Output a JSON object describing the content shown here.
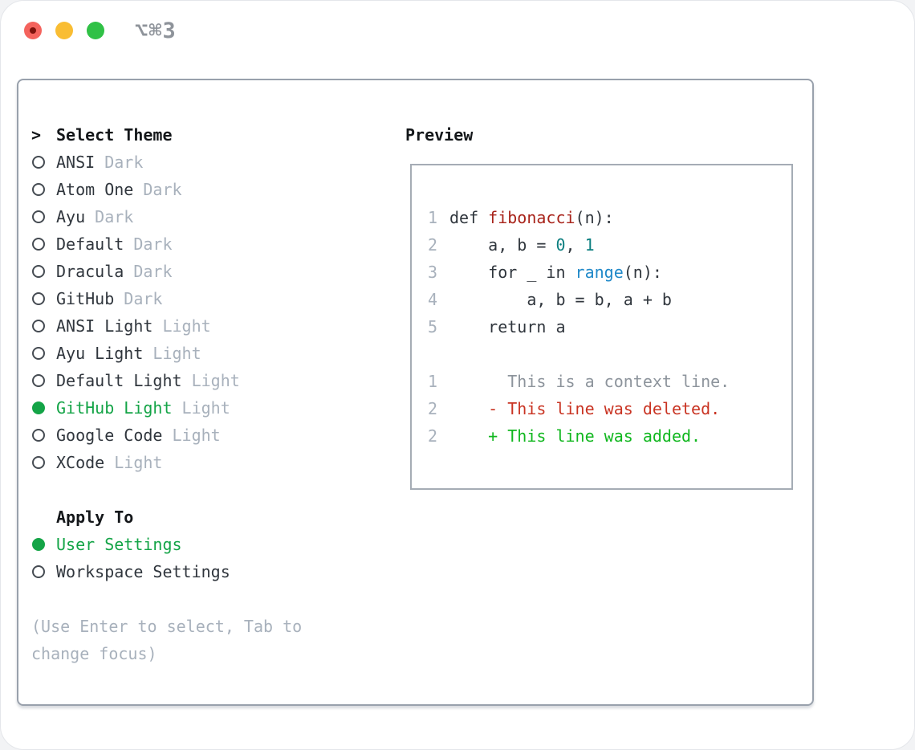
{
  "window": {
    "title": "⌥⌘3"
  },
  "titlebar": {
    "buttons": [
      {
        "name": "close"
      },
      {
        "name": "minimize"
      },
      {
        "name": "zoom"
      }
    ]
  },
  "colors": {
    "tl_red": "#f4635d",
    "tl_red_dot": "#7e120c",
    "tl_yellow": "#f9bd33",
    "tl_green": "#30c146",
    "titlebar_gray": "#8e939a",
    "heading_black": "#14171a",
    "text_primary": "#30363d",
    "muted_gray": "#a8b1bc",
    "context_gray": "#8d949c",
    "accent_green": "#14a447",
    "added_green": "#11b71f",
    "deleted_red": "#c93423",
    "function_red": "#a8231a",
    "number_teal": "#0d7f80",
    "builtin_blue": "#2089c9",
    "border_gray": "#99a1ac",
    "pborder_gray": "#a5acb5"
  },
  "theme_panel": {
    "header_marker": ">",
    "header_label": "Select Theme",
    "items": [
      {
        "name": "ANSI",
        "variant": "Dark",
        "selected": false
      },
      {
        "name": "Atom One",
        "variant": "Dark",
        "selected": false
      },
      {
        "name": "Ayu",
        "variant": "Dark",
        "selected": false
      },
      {
        "name": "Default",
        "variant": "Dark",
        "selected": false
      },
      {
        "name": "Dracula",
        "variant": "Dark",
        "selected": false
      },
      {
        "name": "GitHub",
        "variant": "Dark",
        "selected": false
      },
      {
        "name": "ANSI Light",
        "variant": "Light",
        "selected": false
      },
      {
        "name": "Ayu Light",
        "variant": "Light",
        "selected": false
      },
      {
        "name": "Default Light",
        "variant": "Light",
        "selected": false
      },
      {
        "name": "GitHub Light",
        "variant": "Light",
        "selected": true
      },
      {
        "name": "Google Code",
        "variant": "Light",
        "selected": false
      },
      {
        "name": "XCode",
        "variant": "Light",
        "selected": false
      }
    ],
    "apply_to": {
      "label": "Apply To",
      "options": [
        {
          "label": "User Settings",
          "selected": true
        },
        {
          "label": "Workspace Settings",
          "selected": false
        }
      ]
    },
    "hint_lines": [
      "(Use Enter to select, Tab to",
      "change focus)"
    ]
  },
  "preview": {
    "title": "Preview",
    "lines": [
      {
        "num": "1",
        "segments": [
          {
            "t": "def ",
            "c": "fg"
          },
          {
            "t": "fibonacci",
            "c": "func"
          },
          {
            "t": "(n):",
            "c": "fg"
          }
        ]
      },
      {
        "num": "2",
        "segments": [
          {
            "t": "    a, b = ",
            "c": "fg"
          },
          {
            "t": "0",
            "c": "num"
          },
          {
            "t": ", ",
            "c": "fg"
          },
          {
            "t": "1",
            "c": "num"
          }
        ]
      },
      {
        "num": "3",
        "segments": [
          {
            "t": "    for _ in ",
            "c": "fg"
          },
          {
            "t": "range",
            "c": "builtin"
          },
          {
            "t": "(n):",
            "c": "fg"
          }
        ]
      },
      {
        "num": "4",
        "segments": [
          {
            "t": "        a, b = b, a + b",
            "c": "fg"
          }
        ]
      },
      {
        "num": "5",
        "segments": [
          {
            "t": "    return a",
            "c": "fg"
          }
        ]
      },
      {
        "num": "",
        "segments": []
      },
      {
        "num": "1",
        "segments": [
          {
            "t": "      This is a context line.",
            "c": "ctx"
          }
        ]
      },
      {
        "num": "2",
        "segments": [
          {
            "t": "    - This line was deleted.",
            "c": "del"
          }
        ]
      },
      {
        "num": "2",
        "segments": [
          {
            "t": "    + This line was added.",
            "c": "add"
          }
        ]
      }
    ]
  }
}
